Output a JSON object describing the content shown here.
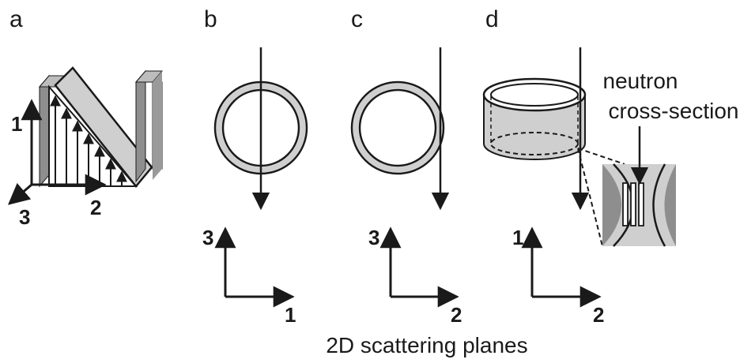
{
  "panels": [
    {
      "letter": "a",
      "axes": [
        "1",
        "2",
        "3"
      ]
    },
    {
      "letter": "b",
      "axes": [
        "3",
        "1"
      ]
    },
    {
      "letter": "c",
      "axes": [
        "3",
        "2"
      ]
    },
    {
      "letter": "d",
      "axes": [
        "1",
        "2"
      ]
    }
  ],
  "annotation": {
    "line1": "neutron",
    "line2": "cross-section"
  },
  "caption": "2D scattering planes",
  "colors": {
    "ink": "#1a1a1a",
    "grey_light": "#cfcfcf",
    "grey_mid": "#9e9e9e",
    "grey_dark": "#7a7a7a"
  }
}
